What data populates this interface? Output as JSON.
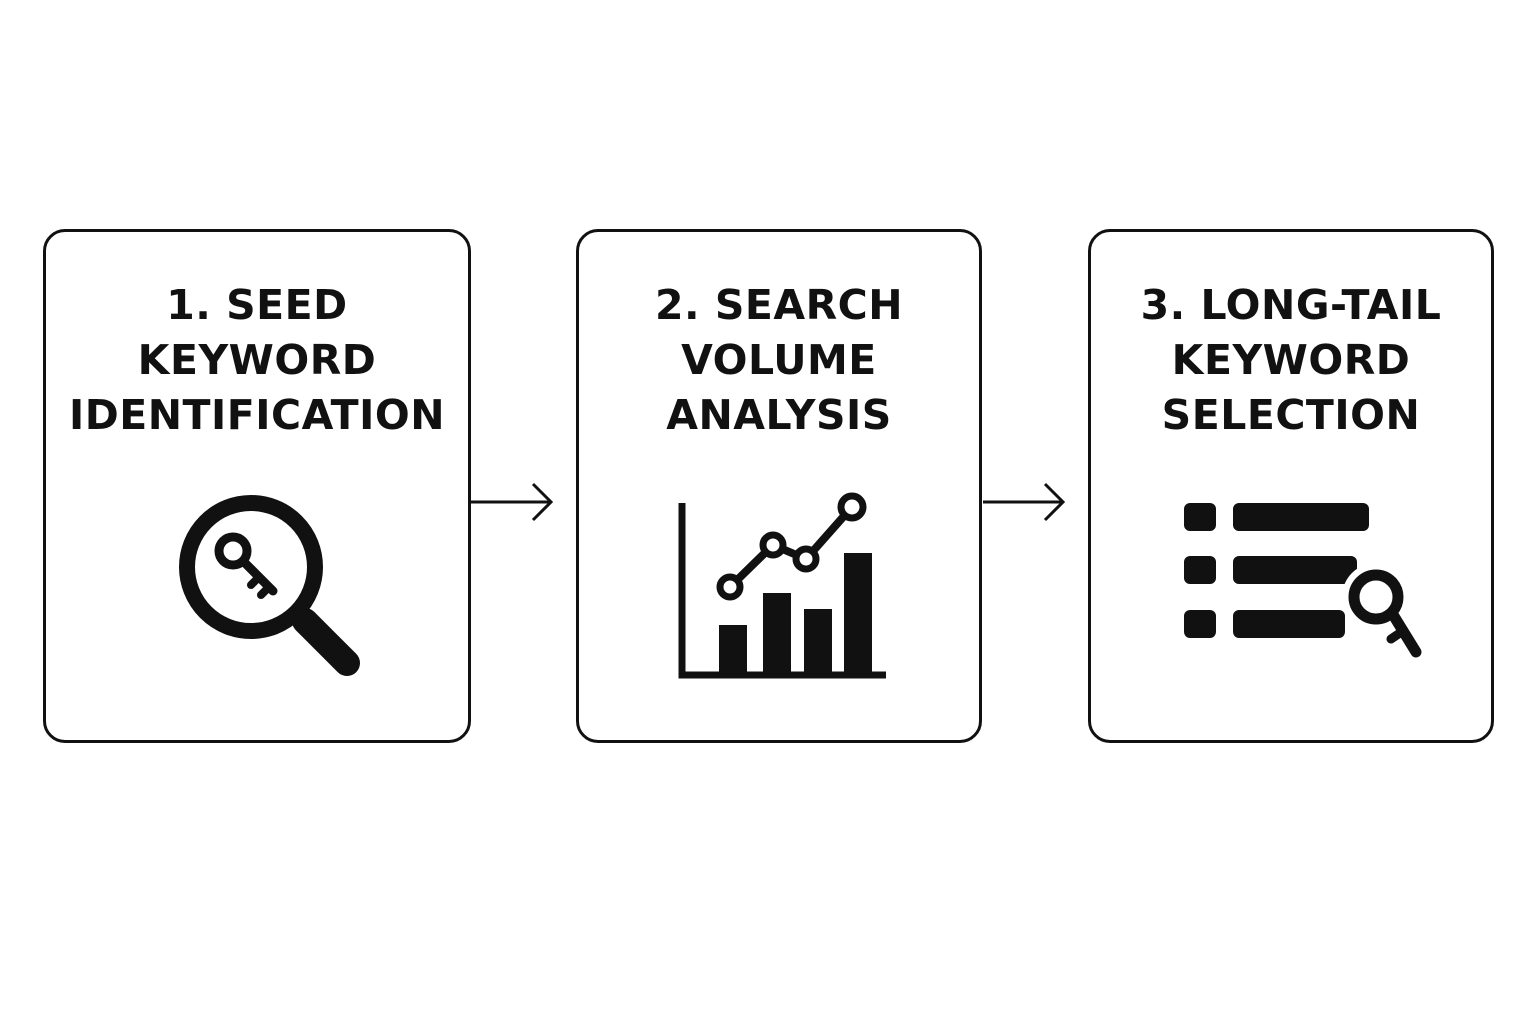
{
  "colors": {
    "stroke": "#111111",
    "background": "#ffffff"
  },
  "steps": [
    {
      "title_lines": [
        "1. SEED",
        "KEYWORD",
        "IDENTIFICATION"
      ],
      "icon": "magnifier-key-icon"
    },
    {
      "title_lines": [
        "2. SEARCH",
        "VOLUME",
        "ANALYSIS"
      ],
      "icon": "bar-line-chart-icon"
    },
    {
      "title_lines": [
        "3. LONG-TAIL",
        "KEYWORD",
        "SELECTION"
      ],
      "icon": "list-search-key-icon"
    }
  ],
  "connectors": [
    {
      "from": 1,
      "to": 2,
      "icon": "arrow-right-icon"
    },
    {
      "from": 2,
      "to": 3,
      "icon": "arrow-right-icon"
    }
  ]
}
